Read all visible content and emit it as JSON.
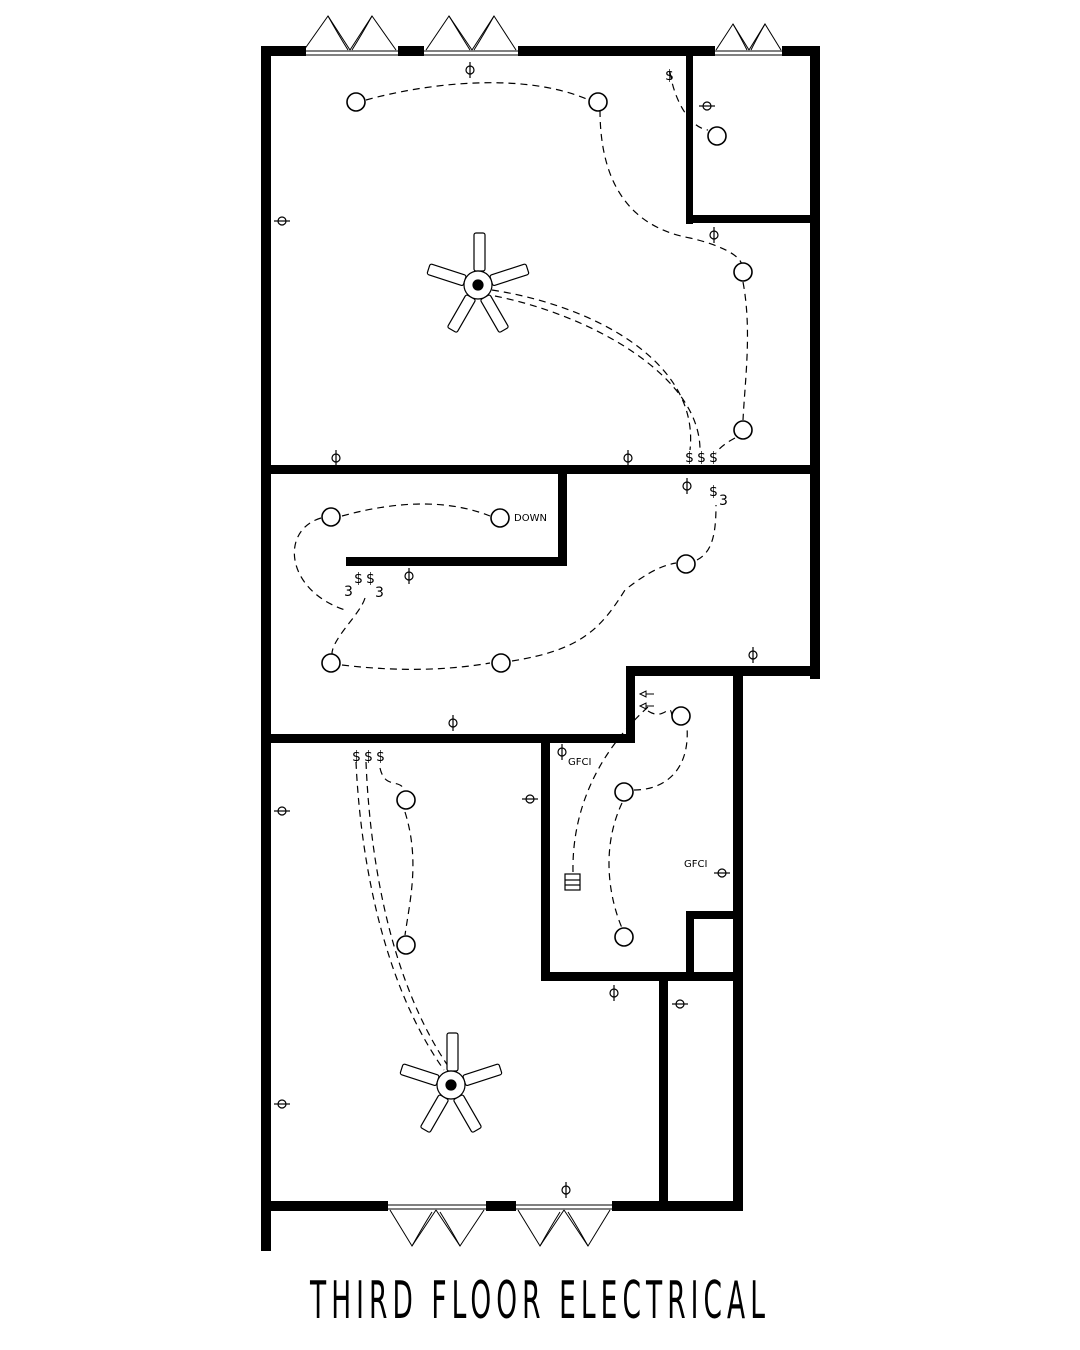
{
  "labels": {
    "down": "DOWN",
    "gfci_1": "GFCI",
    "gfci_2": "GFCI",
    "switch_count_1": "3",
    "switch_count_2": "3",
    "switch_count_3": "3",
    "switch_symbol": "$"
  },
  "title": "THIRD FLOOR ELECTRICAL"
}
